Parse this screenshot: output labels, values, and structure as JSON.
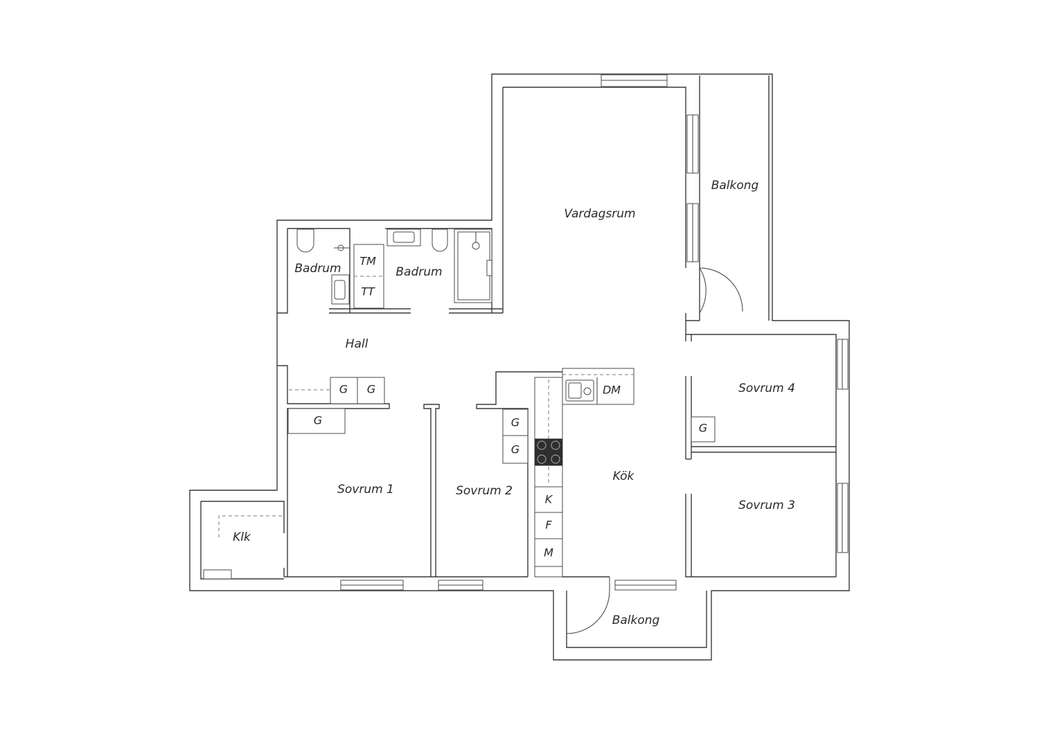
{
  "rooms": {
    "vardagsrum": "Vardagsrum",
    "balkong_top": "Balkong",
    "badrum_left": "Badrum",
    "badrum_right": "Badrum",
    "hall": "Hall",
    "sovrum1": "Sovrum 1",
    "sovrum2": "Sovrum 2",
    "sovrum3": "Sovrum 3",
    "sovrum4": "Sovrum 4",
    "kok": "Kök",
    "klk": "Klk",
    "balkong_bottom": "Balkong"
  },
  "fixtures": {
    "tm": "TM",
    "tt": "TT",
    "dm": "DM",
    "k": "K",
    "f": "F",
    "m": "M",
    "g": "G"
  },
  "colors": {
    "wall": "#3a3a3a",
    "background": "#ffffff",
    "stove": "#2f2f2f"
  }
}
